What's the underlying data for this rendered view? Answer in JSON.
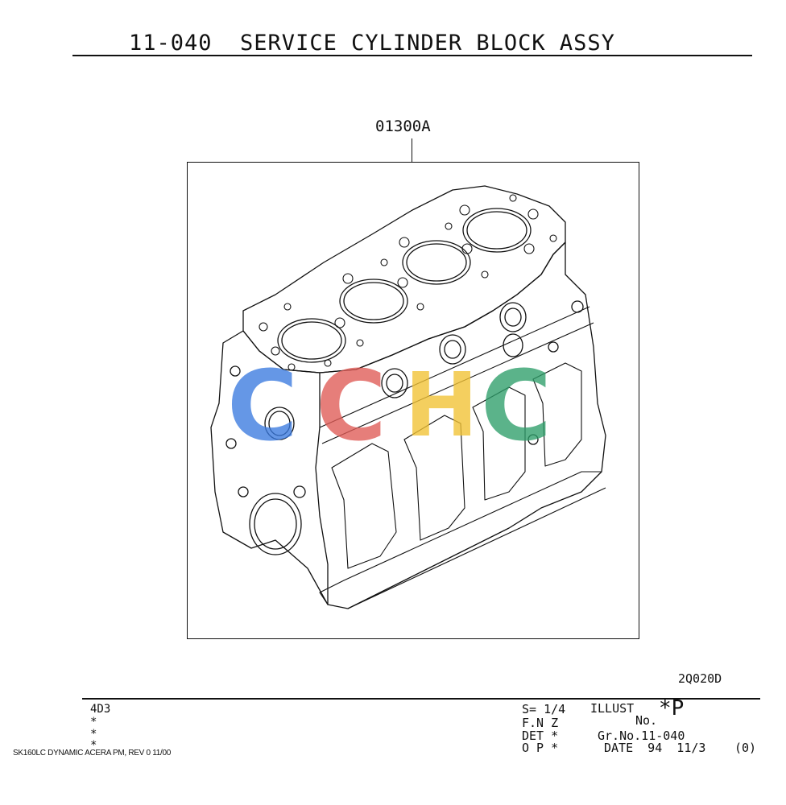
{
  "header": {
    "title": "11-040  SERVICE CYLINDER BLOCK ASSY"
  },
  "callout": {
    "part_number": "01300A"
  },
  "illustration": {
    "ref_code": "2Q020D",
    "watermark": {
      "letters": [
        "C",
        "C",
        "H",
        "C"
      ],
      "colors": [
        "#3b7be0",
        "#e05a55",
        "#f2c233",
        "#2e9e6a"
      ]
    }
  },
  "footer": {
    "model_code": "4D3",
    "stars": [
      "*",
      "*",
      "*"
    ],
    "doc_ref": "SK160LC DYNAMIC ACERA PM, REV 0 11/00",
    "scale": "S= 1/4",
    "illust_label": "ILLUST",
    "illust_no_label": "No.",
    "illust_value": "*P",
    "fnz": "F.N Z",
    "det": "DET *",
    "gr_no": "Gr.No.11-040",
    "op": "O P *",
    "date": "DATE  94  11/3",
    "rev": "(0)"
  }
}
